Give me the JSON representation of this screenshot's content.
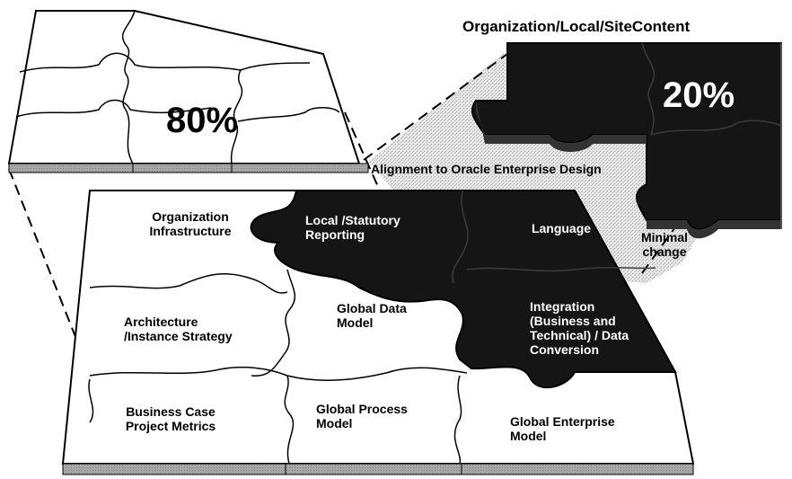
{
  "header": {
    "title": "Organization/Local/SiteContent"
  },
  "top_left": {
    "percent": "80%"
  },
  "top_right": {
    "percent": "20%"
  },
  "connector_labels": {
    "alignment": "Alignment to Oracle Enterprise Design",
    "minimal_change": "Minimal\nchange"
  },
  "pieces": {
    "organization_infrastructure": "Organization\nInfrastructure",
    "local_statutory_reporting": "Local /Statutory\nReporting",
    "language": "Language",
    "architecture_instance_strategy": "Architecture\n/Instance Strategy",
    "global_data_model": "Global Data\nModel",
    "integration": "Integration\n(Business and\nTechnical) / Data\nConversion",
    "business_case": "Business Case\nProject Metrics",
    "global_process_model": "Global Process\nModel",
    "global_enterprise_model": "Global Enterprise\nModel"
  },
  "colors": {
    "dark_piece": "#151515",
    "light_piece": "#ffffff",
    "shadow_band": "#9a9a9a",
    "speckle": "#d8d8d8"
  }
}
